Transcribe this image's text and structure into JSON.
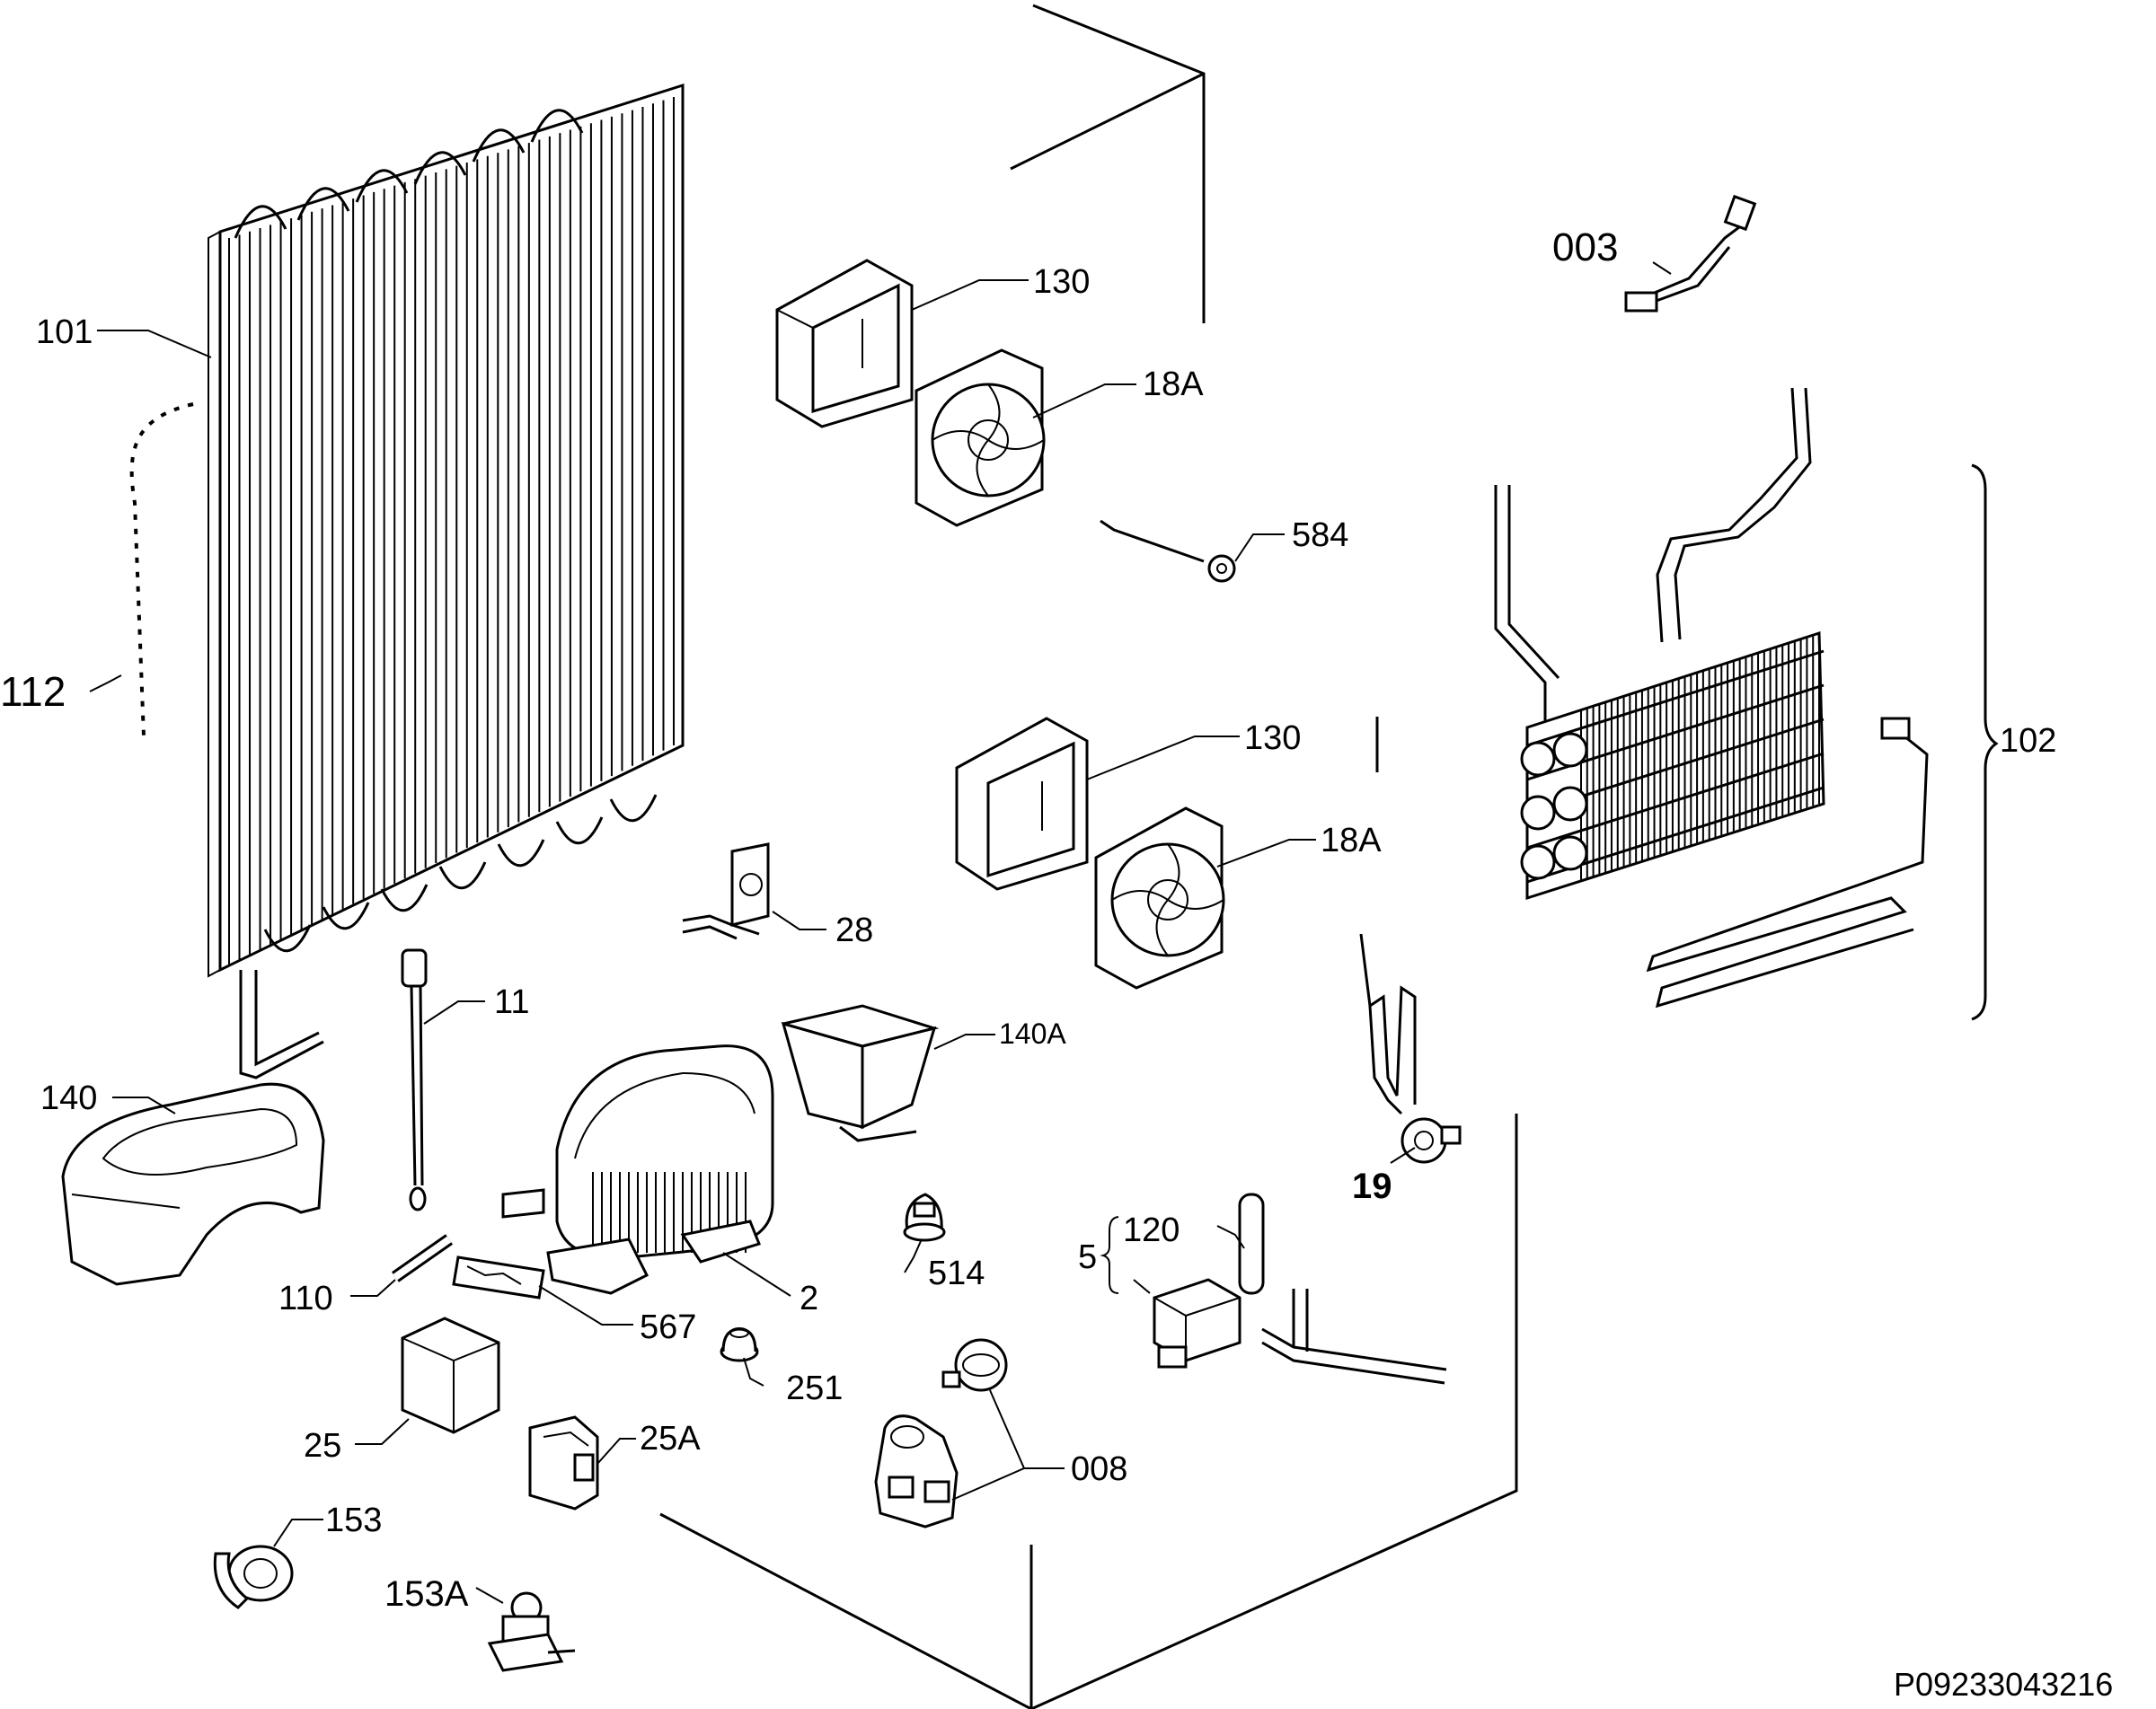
{
  "labels": {
    "p101": "101",
    "p112": "112",
    "p130a": "130",
    "p18a1": "18A",
    "p584": "584",
    "p003": "003",
    "p102": "102",
    "p130b": "130",
    "p18a2": "18A",
    "p28": "28",
    "p11": "11",
    "p140a": "140A",
    "p140": "140",
    "p19": "19",
    "p5": "5",
    "p120": "120",
    "p514": "514",
    "p110": "110",
    "p2": "2",
    "p567": "567",
    "p251": "251",
    "p25": "25",
    "p25a": "25A",
    "p008": "008",
    "p153": "153",
    "p153a": "153A"
  },
  "reference_code": "P09233043216"
}
